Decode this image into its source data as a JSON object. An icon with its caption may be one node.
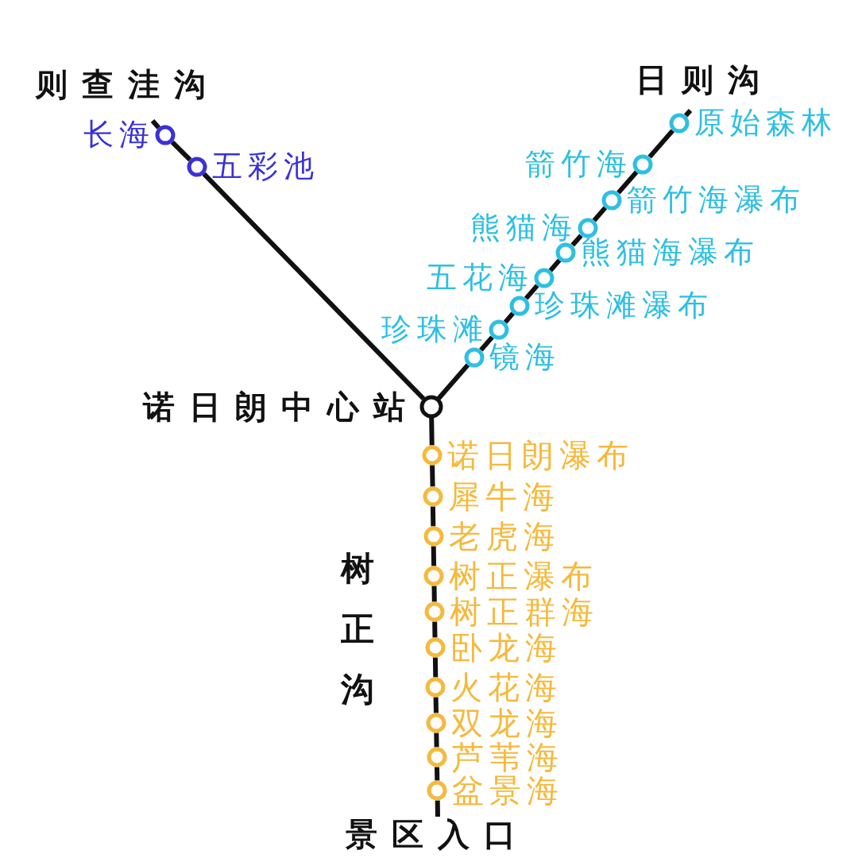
{
  "diagram": {
    "nodes": [
      {
        "text": [],
        "shape": "circle",
        "beside": [
          "长海"
        ]
      },
      {
        "text": [],
        "shape": "circle",
        "beside": [
          "五彩池"
        ]
      },
      {
        "text": [],
        "shape": "circle",
        "beside": [
          "原始森林"
        ]
      },
      {
        "text": [],
        "shape": "circle",
        "beside": [
          "箭竹海"
        ]
      },
      {
        "text": [],
        "shape": "circle",
        "beside": [
          "箭竹海瀑布"
        ]
      },
      {
        "text": [],
        "shape": "circle",
        "beside": [
          "熊猫海"
        ]
      },
      {
        "text": [],
        "shape": "circle",
        "beside": [
          "熊猫海瀑布"
        ]
      },
      {
        "text": [],
        "shape": "circle",
        "beside": [
          "五花海"
        ]
      },
      {
        "text": [],
        "shape": "circle",
        "beside": [
          "珍珠滩瀑布"
        ]
      },
      {
        "text": [],
        "shape": "circle",
        "beside": [
          "珍珠滩"
        ]
      },
      {
        "text": [],
        "shape": "circle",
        "beside": [
          "镜海"
        ]
      },
      {
        "text": [],
        "shape": "circle",
        "beside": [
          "诺日朗中心站"
        ]
      },
      {
        "text": [],
        "shape": "circle",
        "beside": [
          "诺日朗瀑布"
        ]
      },
      {
        "text": [],
        "shape": "circle",
        "beside": [
          "犀牛海"
        ]
      },
      {
        "text": [],
        "shape": "circle",
        "beside": [
          "老虎海"
        ]
      },
      {
        "text": [],
        "shape": "circle",
        "beside": [
          "树正瀑布"
        ]
      },
      {
        "text": [],
        "shape": "circle",
        "beside": [
          "树正群海"
        ]
      },
      {
        "text": [],
        "shape": "circle",
        "beside": [
          "卧龙海"
        ]
      },
      {
        "text": [],
        "shape": "circle",
        "beside": [
          "火花海"
        ]
      },
      {
        "text": [],
        "shape": "circle",
        "beside": [
          "双龙海"
        ]
      },
      {
        "text": [],
        "shape": "circle",
        "beside": [
          "芦苇海"
        ]
      },
      {
        "text": [],
        "shape": "circle",
        "beside": [
          "盆景海"
        ]
      },
      {
        "text": [
          "景区入口"
        ]
      }
    ],
    "edges": [
      {
        "from": 0,
        "to": null,
        "arrow": "none"
      },
      {
        "from": 0,
        "to": 1,
        "arrow": "none"
      },
      {
        "from": 1,
        "to": 11,
        "arrow": "none"
      },
      {
        "from": 2,
        "to": null,
        "arrow": "none"
      },
      {
        "from": 2,
        "to": 3,
        "arrow": "none"
      },
      {
        "from": 3,
        "to": 4,
        "arrow": "none"
      },
      {
        "from": 4,
        "to": 5,
        "arrow": "none"
      },
      {
        "from": 5,
        "to": 6,
        "arrow": "none"
      },
      {
        "from": 6,
        "to": 7,
        "arrow": "none"
      },
      {
        "from": 7,
        "to": 8,
        "arrow": "none"
      },
      {
        "from": 8,
        "to": 9,
        "arrow": "none"
      },
      {
        "from": 9,
        "to": 10,
        "arrow": "none"
      },
      {
        "from": 10,
        "to": 11,
        "arrow": "none"
      },
      {
        "from": 11,
        "to": 12,
        "arrow": "none"
      },
      {
        "from": 12,
        "to": 13,
        "arrow": "none"
      },
      {
        "from": 13,
        "to": 14,
        "arrow": "none"
      },
      {
        "from": 14,
        "to": 15,
        "arrow": "none"
      },
      {
        "from": 15,
        "to": 16,
        "arrow": "none"
      },
      {
        "from": 16,
        "to": 17,
        "arrow": "none"
      },
      {
        "from": 17,
        "to": 18,
        "arrow": "none"
      },
      {
        "from": 18,
        "to": 19,
        "arrow": "none"
      },
      {
        "from": 19,
        "to": 20,
        "arrow": "none"
      },
      {
        "from": 20,
        "to": 21,
        "arrow": "none"
      },
      {
        "from": 21,
        "to": 22,
        "arrow": "none"
      }
    ],
    "labels": [
      "则查洼沟",
      "日则沟",
      "树正沟"
    ]
  }
}
